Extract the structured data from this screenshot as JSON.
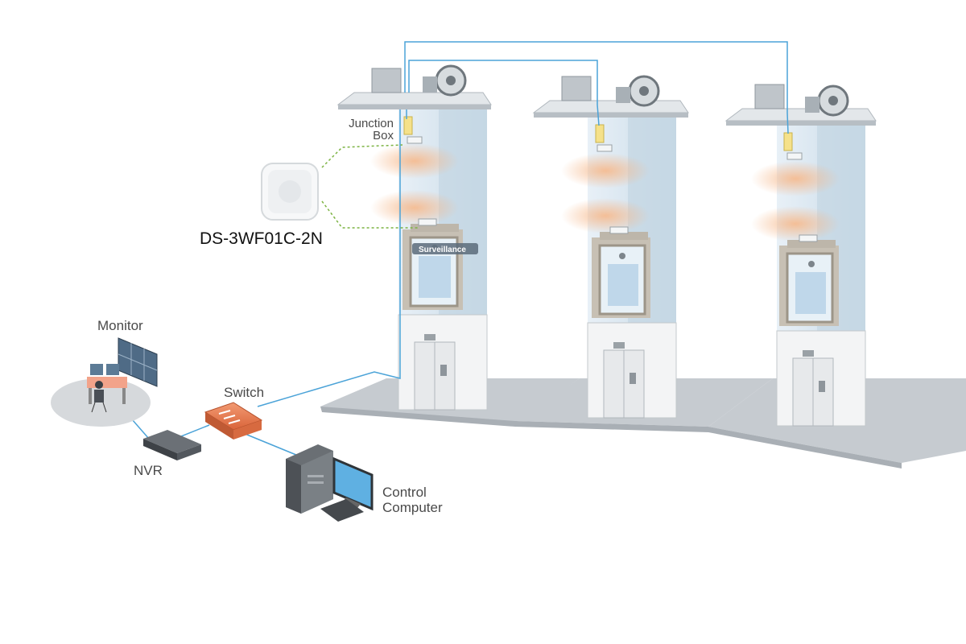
{
  "labels": {
    "junction_box_line1": "Junction",
    "junction_box_line2": "Box",
    "device_model": "DS-3WF01C-2N",
    "surveillance": "Surveillance",
    "monitor": "Monitor",
    "switch": "Switch",
    "nvr": "NVR",
    "control_computer_line1": "Control",
    "control_computer_line2": "Computer"
  },
  "colors": {
    "cable": "#4ba3d8",
    "wireless_link": "#7cb342",
    "shaft": "#dbe8f2",
    "radio_wave": "#f4b183",
    "switch": "#e8794f"
  }
}
